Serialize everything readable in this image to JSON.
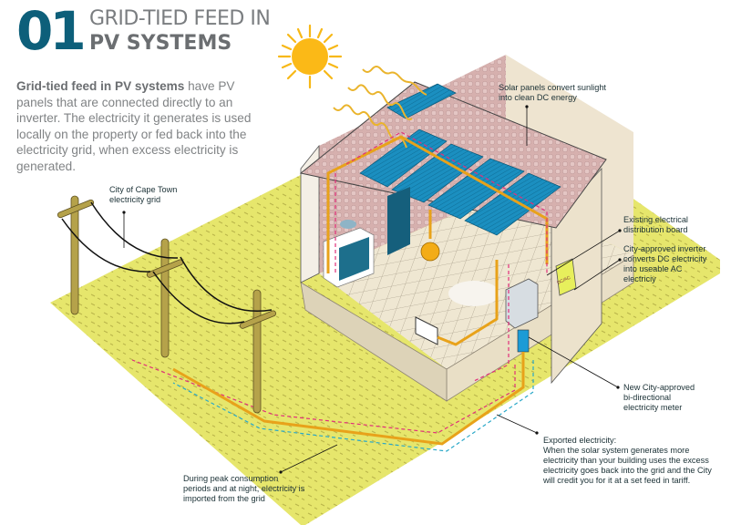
{
  "header": {
    "number": "01",
    "title_line1": "GRID-TIED FEED IN",
    "title_line2": "PV SYSTEMS"
  },
  "intro": {
    "bold": "Grid-tied feed in PV systems",
    "text": " have PV panels that are connected directly to an inverter. The electricity it generates is used locally on the property or fed back into the electricity grid, when excess electricity is generated."
  },
  "labels": {
    "grid": "City of Cape Town electricity grid",
    "panels": "Solar panels convert sunlight into clean DC energy",
    "distribution_board": "Existing electrical distribution board",
    "inverter": "City-approved inverter converts DC electricity into useable AC electriciy",
    "meter": "New City-approved bi-directional electricity meter",
    "exported_title": "Exported electricity:",
    "exported_text": "When the solar system generates more electricity than your building uses the excess electricity goes back into the grid and the City will credit you for it at a set feed in tariff.",
    "imported": "During peak consumption periods and at night, electricity is imported from the grid",
    "inverter_tag": "DC/AC"
  },
  "colors": {
    "brand_teal": "#0d5f7a",
    "grass": "#e4e46a",
    "sun": "#fbb917",
    "panel": "#1b8fc0",
    "roof": "#d8b0b0",
    "wire": "#e8a21a",
    "export_flow": "#e0307a",
    "import_flow": "#2aa8c8"
  }
}
